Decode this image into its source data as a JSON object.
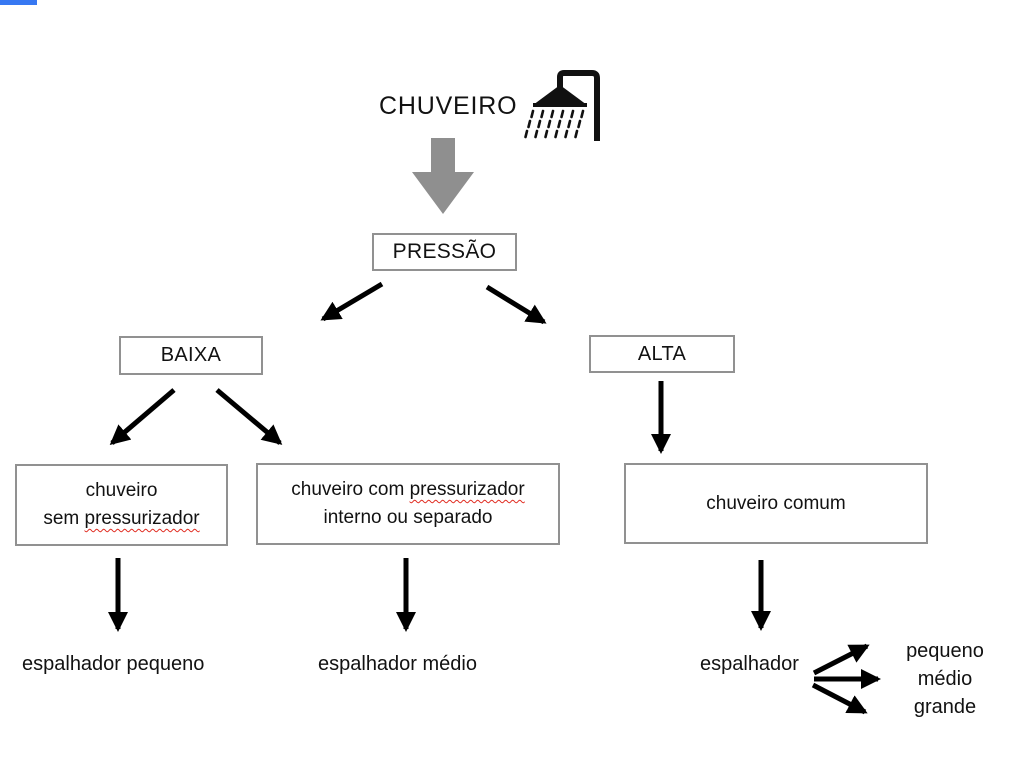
{
  "diagram": {
    "title": "CHUVEIRO",
    "nodes": {
      "pressao": "PRESSÃO",
      "baixa": "BAIXA",
      "alta": "ALTA",
      "sem_line1": "chuveiro",
      "sem_line2_pre": "sem ",
      "sem_line2_misspelled": "pressurizador",
      "com_line1_pre": "chuveiro com ",
      "com_line1_misspelled": "pressurizador",
      "com_line2": "interno ou separado",
      "comum": "chuveiro comum"
    },
    "leaves": {
      "espalhador_pequeno": "espalhador pequeno",
      "espalhador_medio": "espalhador médio",
      "espalhador": "espalhador",
      "size_options": [
        "pequeno",
        "médio",
        "grande"
      ]
    },
    "icons": {
      "shower": "shower-icon",
      "block_arrow": "block-arrow-down-icon"
    },
    "colors": {
      "background": "#ffffff",
      "box_border": "#919191",
      "block_arrow": "#8f8f8f",
      "connector": "#000000",
      "spellcheck_underline": "#e02b20",
      "progress_bar": "#3778f2"
    }
  }
}
